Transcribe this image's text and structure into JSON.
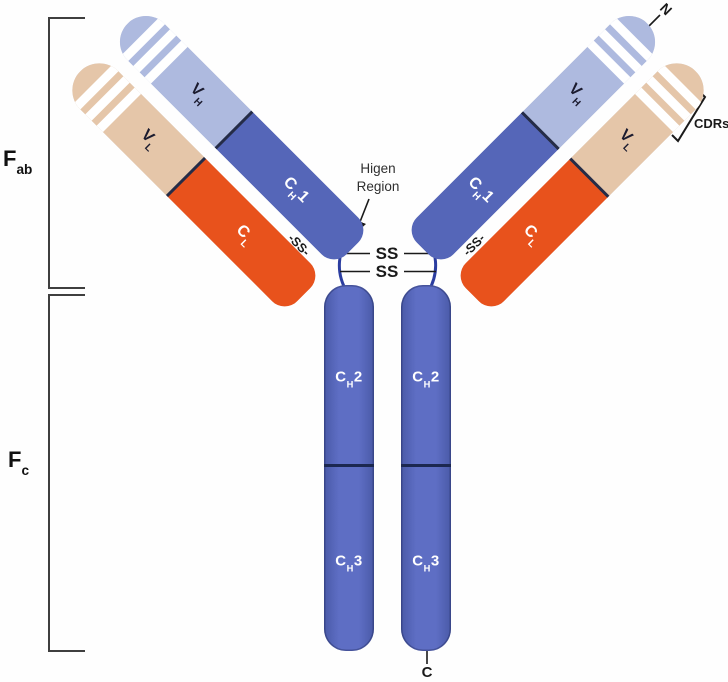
{
  "figure_type": "IgG antibody structure schematic",
  "brackets": {
    "fab": {
      "main": "F",
      "sub": "ab"
    },
    "fc": {
      "main": "F",
      "sub": "c"
    }
  },
  "domains": {
    "vh": {
      "main": "V",
      "sub": "H",
      "post": ""
    },
    "vl": {
      "main": "V",
      "sub": "L",
      "post": ""
    },
    "ch1": {
      "main": "C",
      "sub": "H",
      "post": "1"
    },
    "cl": {
      "main": "C",
      "sub": "L",
      "post": ""
    },
    "ch2": {
      "main": "C",
      "sub": "H",
      "post": "2"
    },
    "ch3": {
      "main": "C",
      "sub": "H",
      "post": "3"
    }
  },
  "annotations": {
    "hinge_line1": "Higen",
    "hinge_line2": "Region",
    "ss_top": "SS",
    "ss_bottom": "SS",
    "ss_left": "-SS-",
    "ss_right": "-SS-",
    "n_terminus": "N",
    "c_terminus": "C",
    "cdrs": "CDRs"
  },
  "colors": {
    "vh_domain": "#aebadf",
    "vl_domain": "#e5c6a9",
    "ch1_domain": "#5566b8",
    "cl_domain": "#e8521c",
    "fc_column": "#5565b8",
    "hinge_line": "#2b3da0",
    "stripe": "#ffffff",
    "bracket_line": "#3f3f3f",
    "domain_divider": "#252c47",
    "label_dark": "#1b1b2f",
    "label_light": "#ffffff",
    "annotation_text": "#1a1a1a"
  }
}
